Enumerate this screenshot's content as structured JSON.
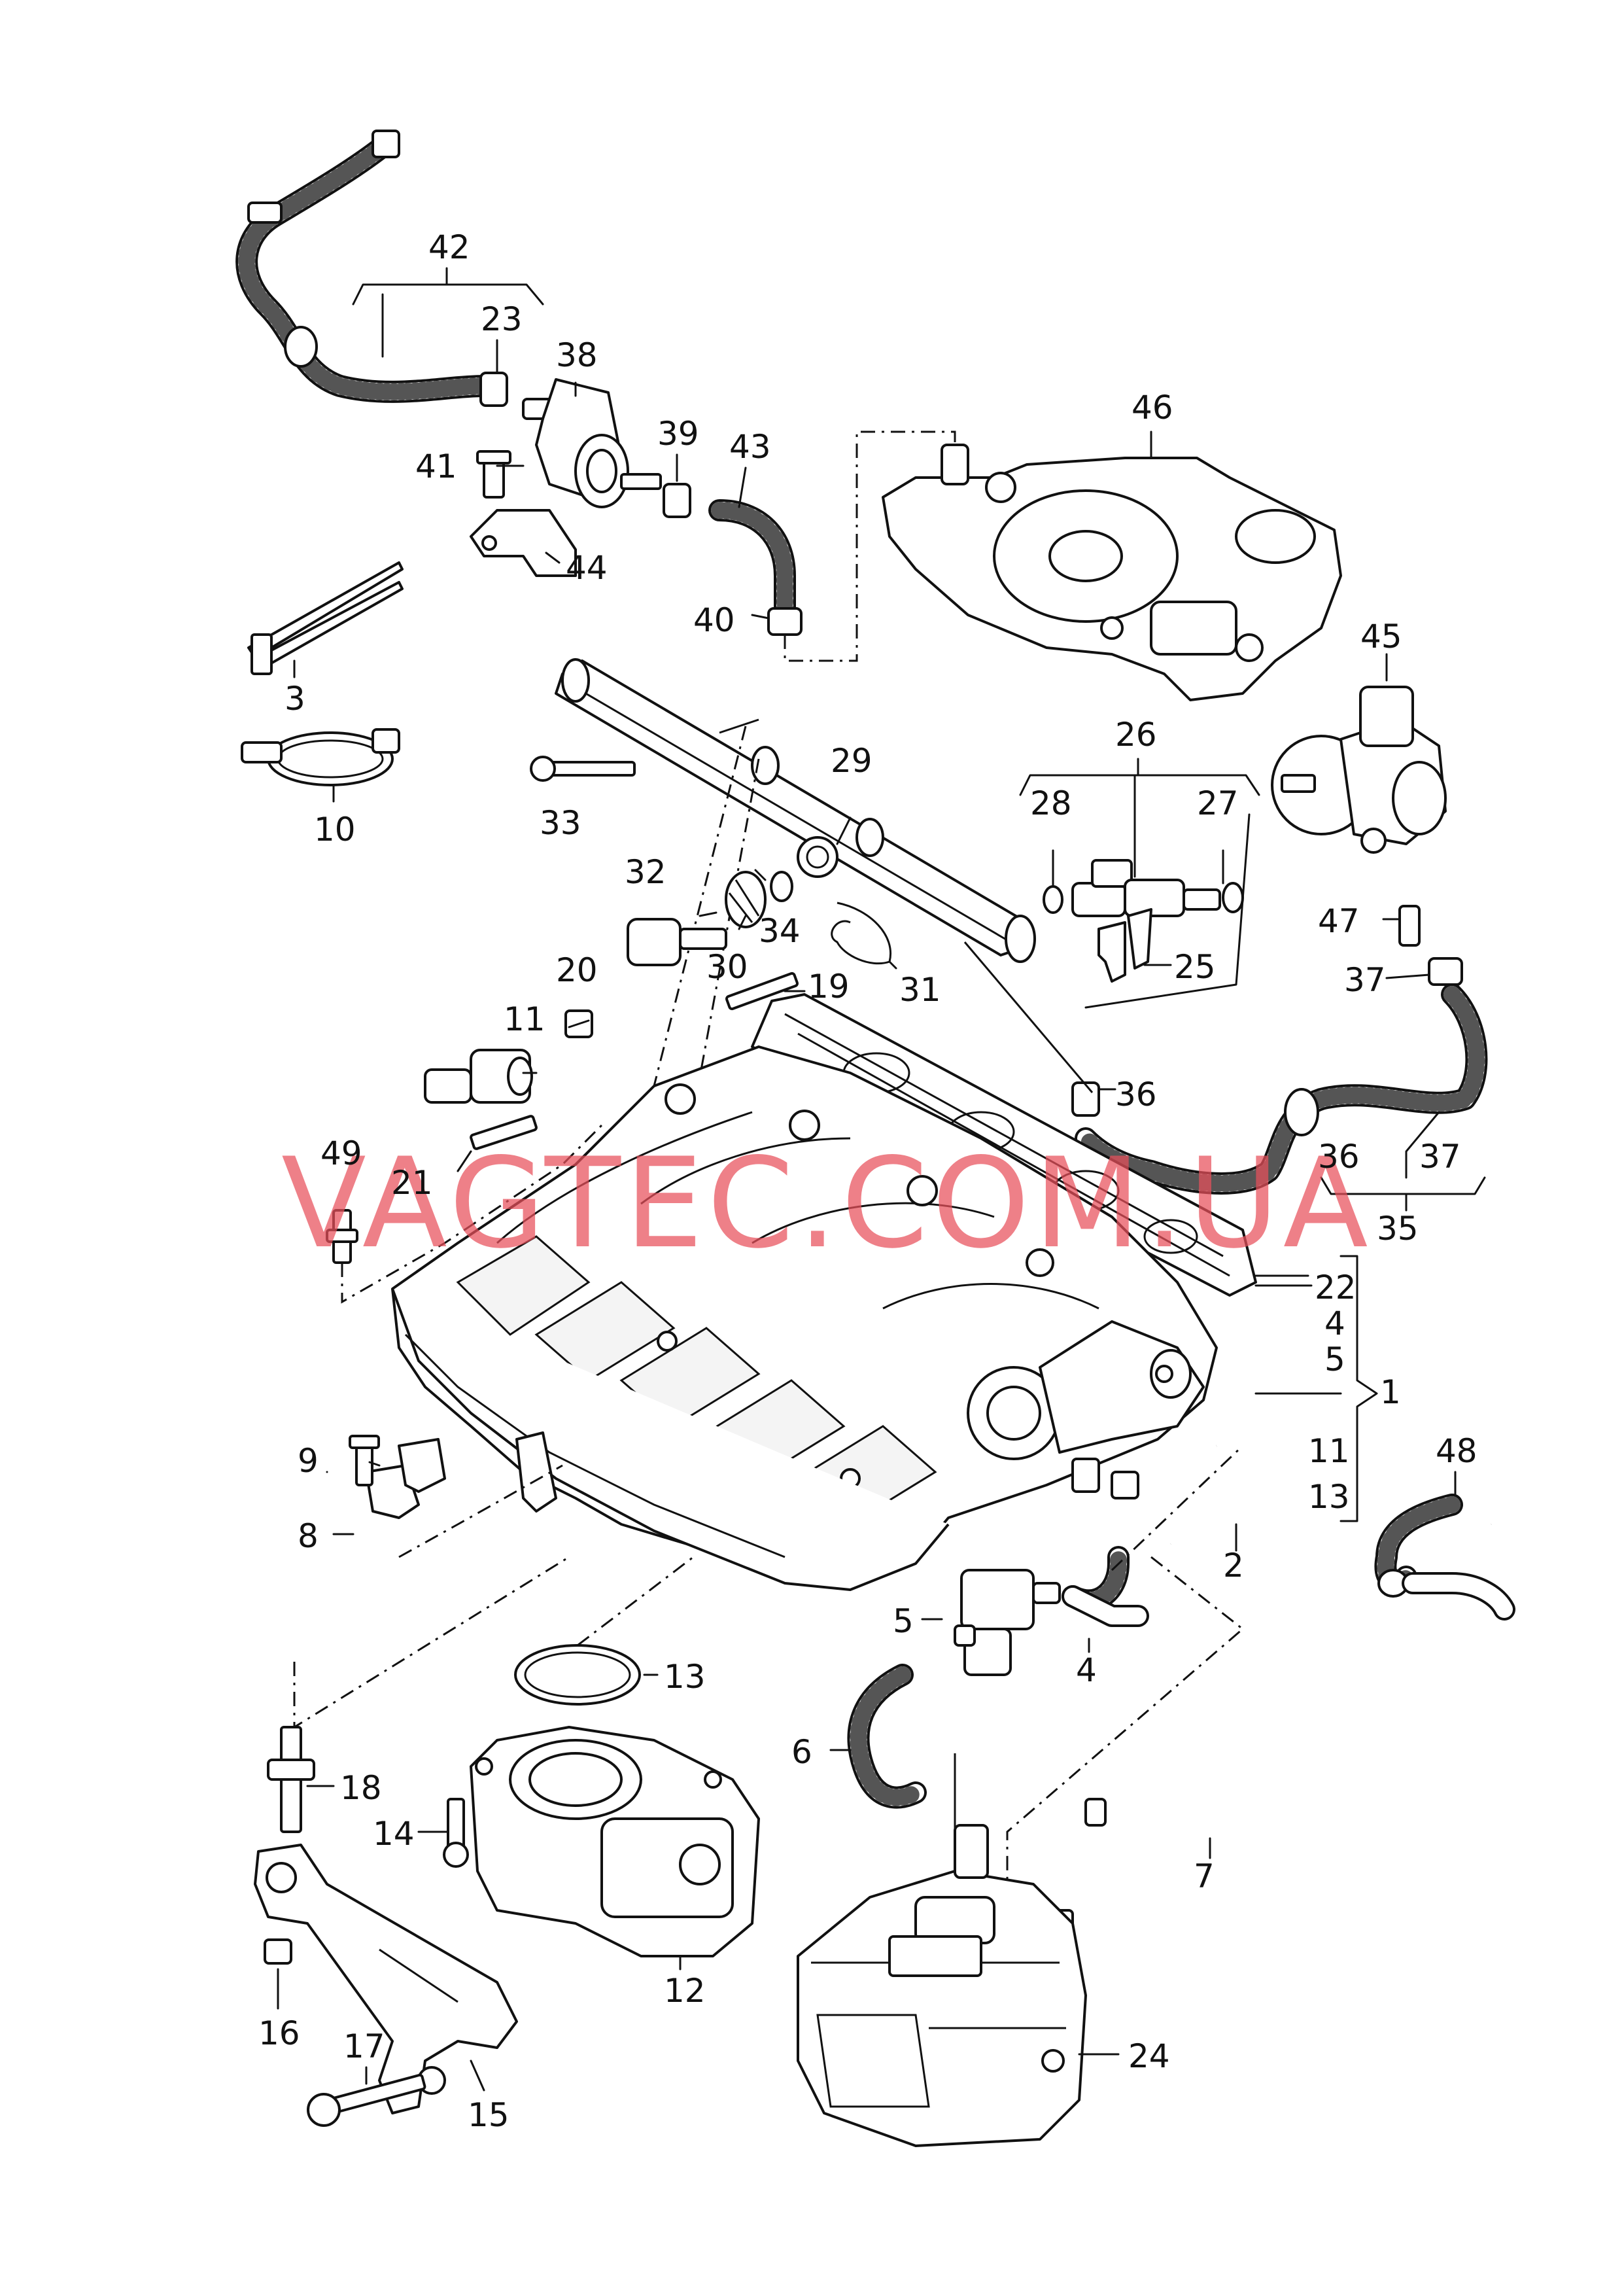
{
  "watermark": "VAGTEC.COM.UA",
  "callouts": [
    {
      "id": "c1",
      "text": "1"
    },
    {
      "id": "c2",
      "text": "2"
    },
    {
      "id": "c3",
      "text": "3"
    },
    {
      "id": "c4a",
      "text": "4"
    },
    {
      "id": "c4b",
      "text": "4"
    },
    {
      "id": "c5a",
      "text": "5"
    },
    {
      "id": "c5b",
      "text": "5"
    },
    {
      "id": "c6",
      "text": "6"
    },
    {
      "id": "c7",
      "text": "7"
    },
    {
      "id": "c8",
      "text": "8"
    },
    {
      "id": "c9",
      "text": "9"
    },
    {
      "id": "c10",
      "text": "10"
    },
    {
      "id": "c11a",
      "text": "11"
    },
    {
      "id": "c11b",
      "text": "11"
    },
    {
      "id": "c12",
      "text": "12"
    },
    {
      "id": "c13a",
      "text": "13"
    },
    {
      "id": "c13b",
      "text": "13"
    },
    {
      "id": "c14",
      "text": "14"
    },
    {
      "id": "c15",
      "text": "15"
    },
    {
      "id": "c16",
      "text": "16"
    },
    {
      "id": "c17",
      "text": "17"
    },
    {
      "id": "c18",
      "text": "18"
    },
    {
      "id": "c19",
      "text": "19"
    },
    {
      "id": "c20",
      "text": "20"
    },
    {
      "id": "c21",
      "text": "21"
    },
    {
      "id": "c22",
      "text": "22"
    },
    {
      "id": "c23",
      "text": "23"
    },
    {
      "id": "c24",
      "text": "24"
    },
    {
      "id": "c25",
      "text": "25"
    },
    {
      "id": "c26",
      "text": "26"
    },
    {
      "id": "c27",
      "text": "27"
    },
    {
      "id": "c28",
      "text": "28"
    },
    {
      "id": "c29",
      "text": "29"
    },
    {
      "id": "c30",
      "text": "30"
    },
    {
      "id": "c31",
      "text": "31"
    },
    {
      "id": "c32",
      "text": "32"
    },
    {
      "id": "c33",
      "text": "33"
    },
    {
      "id": "c34",
      "text": "34"
    },
    {
      "id": "c35",
      "text": "35"
    },
    {
      "id": "c36a",
      "text": "36"
    },
    {
      "id": "c36b",
      "text": "36"
    },
    {
      "id": "c37a",
      "text": "37"
    },
    {
      "id": "c37b",
      "text": "37"
    },
    {
      "id": "c38",
      "text": "38"
    },
    {
      "id": "c39",
      "text": "39"
    },
    {
      "id": "c40",
      "text": "40"
    },
    {
      "id": "c41",
      "text": "41"
    },
    {
      "id": "c42",
      "text": "42"
    },
    {
      "id": "c43",
      "text": "43"
    },
    {
      "id": "c44",
      "text": "44"
    },
    {
      "id": "c45",
      "text": "45"
    },
    {
      "id": "c46",
      "text": "46"
    },
    {
      "id": "c47",
      "text": "47"
    },
    {
      "id": "c48",
      "text": "48"
    },
    {
      "id": "c49",
      "text": "49"
    }
  ]
}
